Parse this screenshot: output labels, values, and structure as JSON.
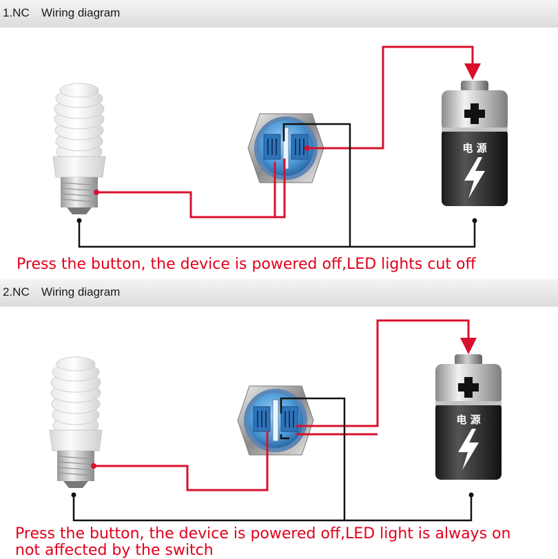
{
  "colors": {
    "wire_red": "#d8102c",
    "wire_black": "#111111",
    "caption_red": "#e0001b"
  },
  "sections": [
    {
      "number": "1.NC",
      "title": "Wiring diagram",
      "caption_lines": [
        "Press the button, the device is powered off,LED lights  cut off"
      ],
      "battery_label": "电 源"
    },
    {
      "number": "2.NC",
      "title": "Wiring diagram",
      "caption_lines": [
        "Press the button, the device is powered off,LED light is always on",
        "not affected by the switch"
      ],
      "battery_label": "电 源"
    }
  ],
  "icons": [
    "bulb-icon",
    "push-button-switch-icon",
    "battery-icon",
    "plus-icon",
    "lightning-icon"
  ]
}
